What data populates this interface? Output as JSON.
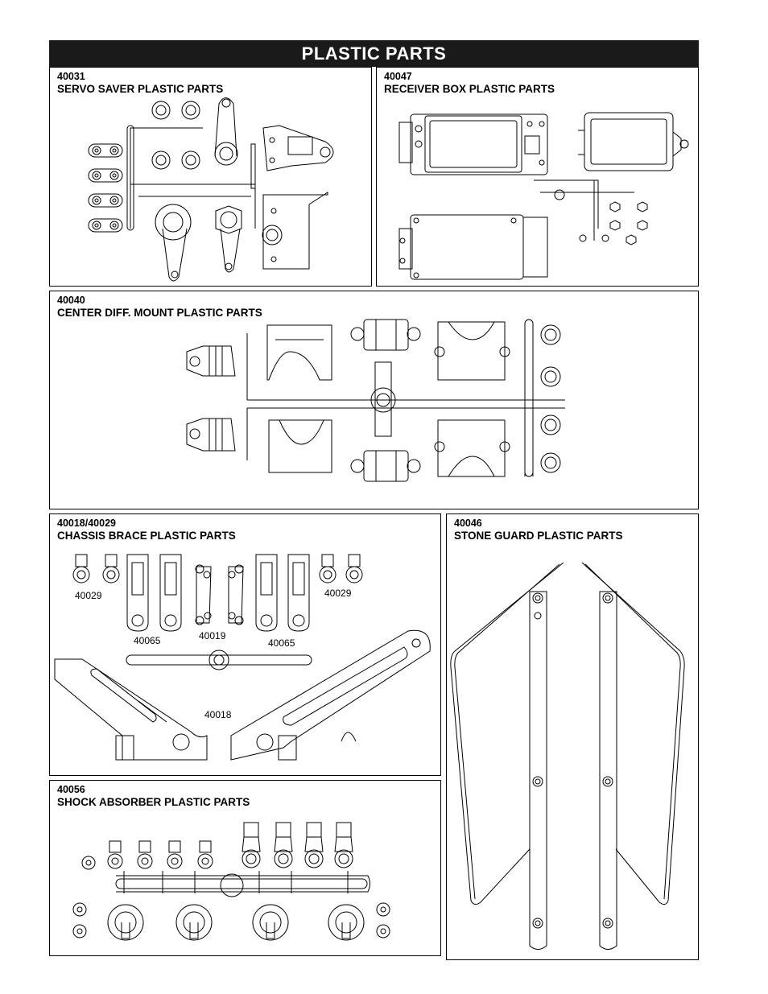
{
  "page_title": "PLASTIC PARTS",
  "sections": {
    "servo_saver": {
      "code": "40031",
      "name": "SERVO SAVER PLASTIC PARTS"
    },
    "receiver_box": {
      "code": "40047",
      "name": "RECEIVER BOX PLASTIC PARTS"
    },
    "center_diff": {
      "code": "40040",
      "name": "CENTER DIFF. MOUNT PLASTIC  PARTS"
    },
    "chassis_brace": {
      "code": "40018/40029",
      "name": "CHASSIS BRACE PLASTIC PARTS",
      "part_labels": [
        "40029",
        "40029",
        "40065",
        "40019",
        "40065",
        "40018"
      ]
    },
    "stone_guard": {
      "code": "40046",
      "name": "STONE GUARD PLASTIC PARTS"
    },
    "shock_absorber": {
      "code": "40056",
      "name": "SHOCK ABSORBER PLASTIC PARTS"
    }
  }
}
